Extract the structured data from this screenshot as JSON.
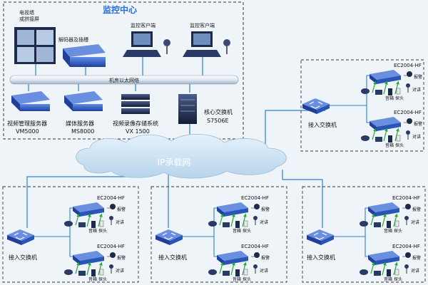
{
  "center": {
    "title": "监控中心",
    "video_wall_label": [
      "电视墙",
      "或拼接屏"
    ],
    "decoder_label": "解码器及插槽",
    "client_label": "监控客户端",
    "lan_label": "机房以太网络",
    "servers": [
      {
        "name": "视频管理服务器",
        "model": "VM5000"
      },
      {
        "name": "媒体服务器",
        "model": "MS8000"
      },
      {
        "name": "视频录像存储系统",
        "model": "VX 1500"
      },
      {
        "name": "核心交换机",
        "model": "S7506E"
      }
    ]
  },
  "network": {
    "cloud_label": "IP承载网"
  },
  "site": {
    "switch_label": "接入交换机",
    "encoder_label": "EC2004-HF",
    "alarm_label": "报警",
    "audio_label": "音箱",
    "sensor_label": "探头",
    "talk_label": "对讲"
  },
  "colors": {
    "title": "#2b6fd6",
    "line": "#2f7fd0",
    "device_blue": "#2a55b8",
    "device_dark": "#1d2a4a",
    "background": "#eef4f8",
    "cloud": "#cfe4f4",
    "green_arrow": "#2aa63a"
  }
}
